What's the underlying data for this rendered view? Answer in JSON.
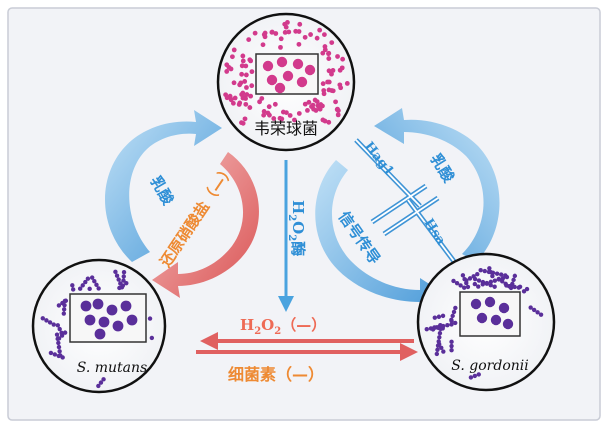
{
  "colors": {
    "blue": "#4aa3df",
    "blue_dark": "#2b7fc0",
    "red": "#e06060",
    "orange": "#ee8a33",
    "pink": "#d23a8c",
    "purple": "#5a2f9a",
    "frame_bg": "#f1f2f6"
  },
  "nodes": {
    "veillonella": {
      "label": "韦荣球菌"
    },
    "mutans": {
      "label": "S. mutans"
    },
    "gordonii": {
      "label": "S. gordonii"
    }
  },
  "edges": {
    "lactate_left": "乳酸",
    "nitrate": "还原硝酸盐（—）",
    "lactate_right": "乳酸",
    "signal": "信号传导",
    "hag1": "Hag1",
    "hsa": "Hsa",
    "h2o2_enzyme": {
      "h": "H",
      "sub2a": "2",
      "o": "O",
      "sub2b": "2",
      "suffix": "酶"
    },
    "h2o2_inhibit": {
      "h": "H",
      "sub2a": "2",
      "o": "O",
      "sub2b": "2",
      "suffix": "（—）"
    },
    "bacteriocin": "细菌素（—）"
  }
}
